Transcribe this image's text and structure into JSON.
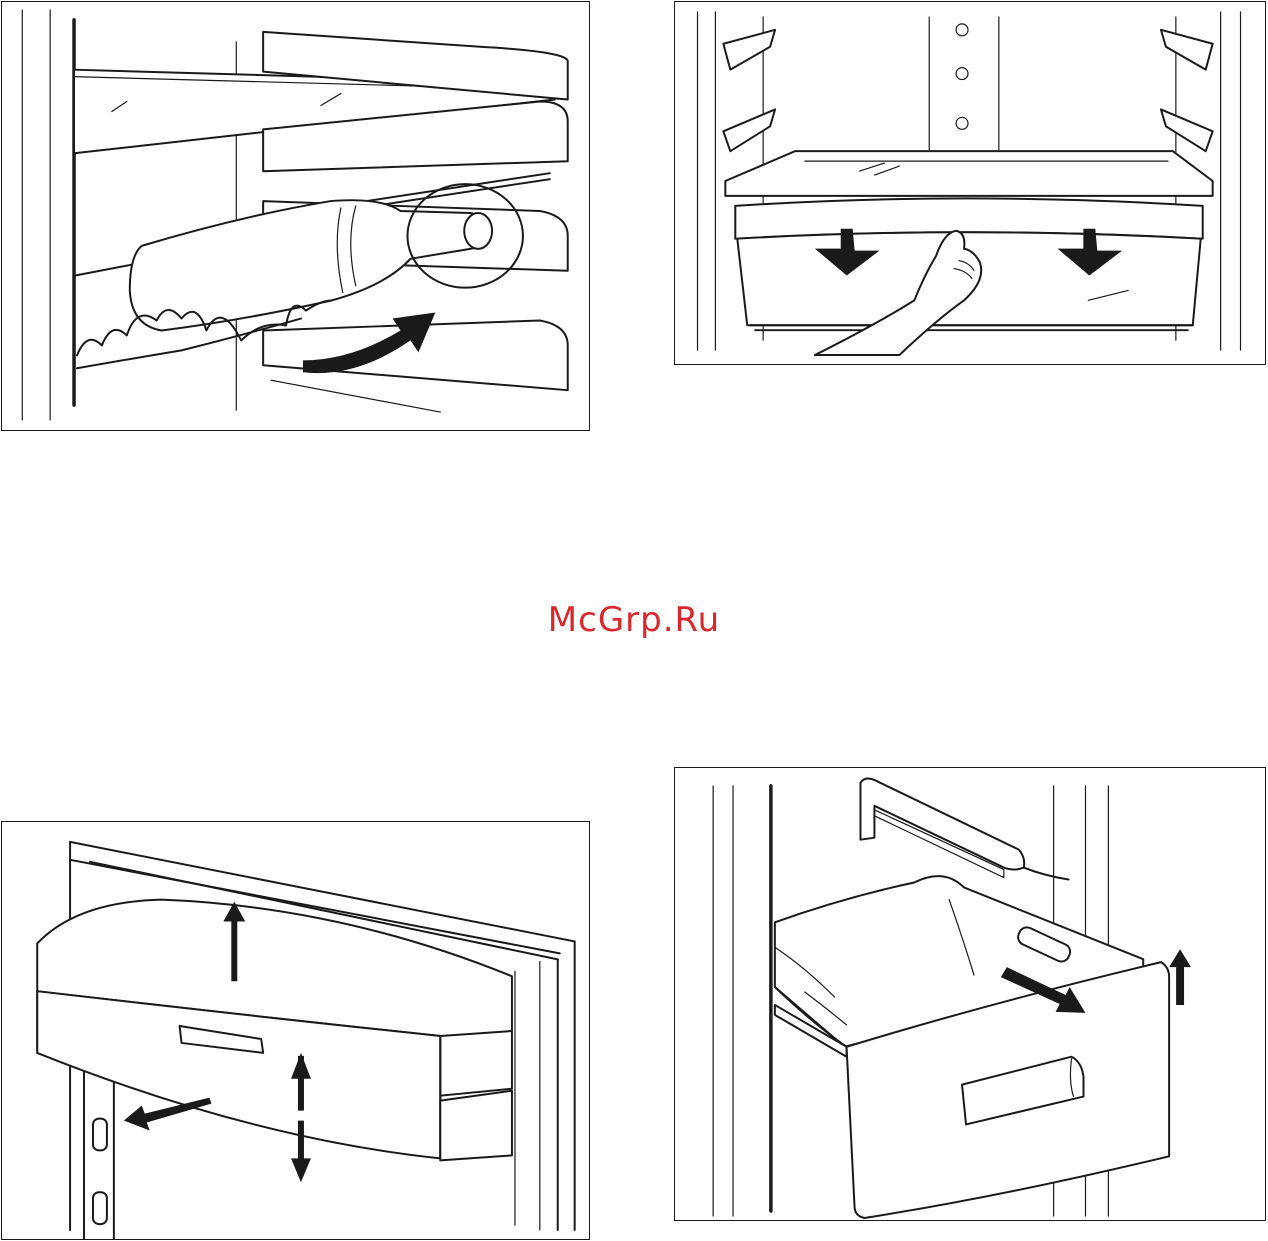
{
  "watermark": {
    "text": "McGrp.Ru",
    "color": "#d8282d"
  },
  "figures": [
    {
      "id": "wine-rack-figure"
    },
    {
      "id": "crisper-cover-figure"
    },
    {
      "id": "door-balcony-figure"
    },
    {
      "id": "freezer-drawer-figure"
    }
  ]
}
